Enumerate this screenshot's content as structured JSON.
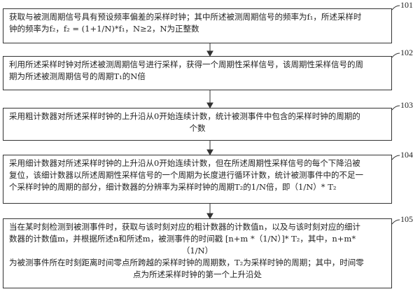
{
  "steps": [
    {
      "id": "101",
      "lines": [
        "获取与被测周期信号具有预设频率偏差的采样时钟；其中所述被测周期信号的频率为f₁，所述采样时",
        "钟的频率为f₂，f₂ = (1+1/N)*f₁，N≥2，N为正整数"
      ]
    },
    {
      "id": "102",
      "lines": [
        "利用所述采样时钟对所述被测周期信号进行采样，获得一个周期性采样信号，该周期性采样信号的周",
        "期为所述被测周期信号的周期T₁的N倍"
      ]
    },
    {
      "id": "103",
      "lines": [
        "采用粗计数器对所述采样时钟的上升沿从0开始连续计数，统计被测事件中包含的采样时钟的周期的",
        "个数"
      ]
    },
    {
      "id": "104",
      "lines": [
        "采用细计数器对所述采样时钟的上升沿从0开始连续计数，但在所述周期性采样信号的每个下降沿被",
        "复位，该细计数器以所述周期性采样信号的一个周期为长度进行循环计数，统计被测事件中的不足一",
        "个采样时钟的周期的部分，细计数器的分辨率为采样时钟的周期T₂的1/N倍，即（1/N）* T₂"
      ]
    },
    {
      "id": "105",
      "lines": [
        "当在某时刻检测到被测事件时，获取与该时刻对应的粗计数器的计数值n，以及与该时刻对应的细计",
        "数器的计数值m，并根据所述n和所述m，被测事件的时间戳 [n+m *（1/N）]* T₂，其中，n+m*",
        "（1/N）",
        "为被测事件所在时刻距离时间零点所跨越的采样时钟的周期数，T₂为采样时钟的周期；其中，时间零",
        "点为所述采样时钟的第一个上升沿处"
      ]
    }
  ]
}
